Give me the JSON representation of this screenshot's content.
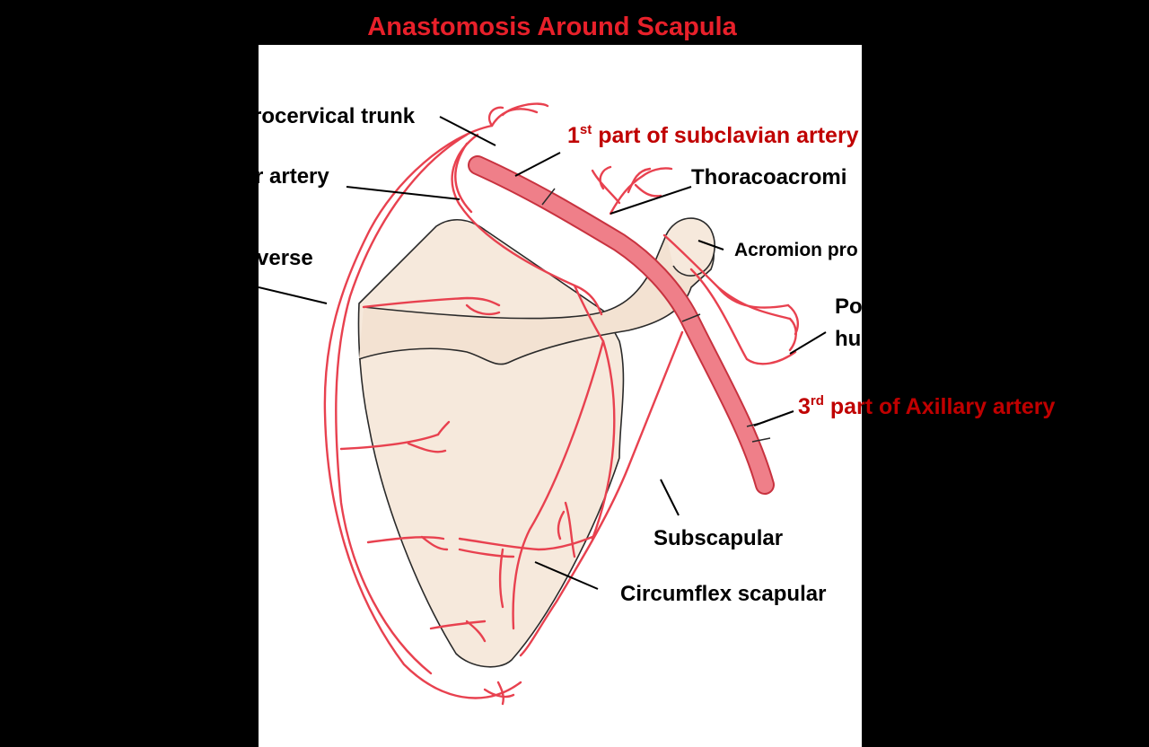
{
  "title": "Anastomosis Around Scapula",
  "colors": {
    "background": "#000000",
    "panel": "#ffffff",
    "artery": "#e8414f",
    "artery_fill": "#ef7f89",
    "bone_fill": "#f6e9dc",
    "title_red": "#e8202a",
    "label_red": "#c00000",
    "label_black": "#000000"
  },
  "labels": {
    "thyrocervical_trunk": "rocervical trunk",
    "suprascapular_artery": "r artery",
    "transverse": "verse",
    "subclavian_prefix": "1",
    "subclavian_sup": "st",
    "subclavian_rest": " part of subclavian artery",
    "thoracoacromial": "Thoracoacromi",
    "acromion": "Acromion pro",
    "posterior_humeral_line1": "Po",
    "posterior_humeral_line2": "hu",
    "axillary_prefix": "3",
    "axillary_sup": "rd",
    "axillary_rest": " part of Axillary artery",
    "subscapular": "Subscapular",
    "circumflex_scapular": "Circumflex scapular"
  }
}
